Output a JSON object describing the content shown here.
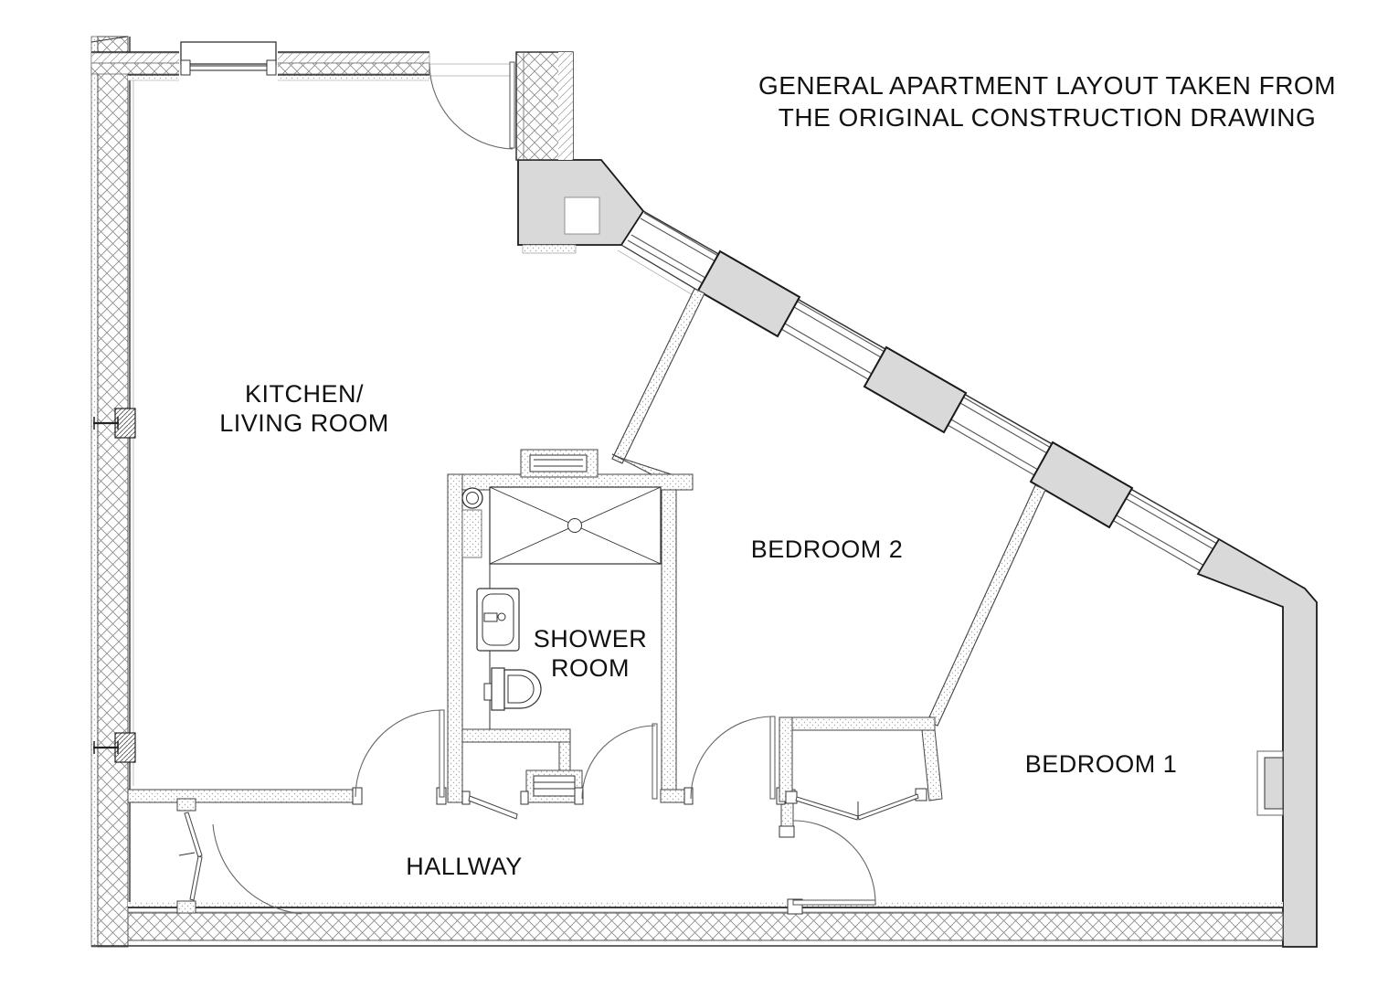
{
  "title": {
    "lines": [
      "GENERAL APARTMENT LAYOUT TAKEN FROM",
      "THE ORIGINAL CONSTRUCTION DRAWING"
    ]
  },
  "rooms": {
    "kitchen_living": {
      "lines": [
        "KITCHEN/",
        "LIVING ROOM"
      ]
    },
    "bedroom2": {
      "label": "BEDROOM 2"
    },
    "shower": {
      "lines": [
        "SHOWER",
        "ROOM"
      ]
    },
    "bedroom1": {
      "label": "BEDROOM 1"
    },
    "hallway": {
      "label": "HALLWAY"
    }
  },
  "colors": {
    "background": "#ffffff",
    "line": "#1a1a1a",
    "wall_fill": "#d9d9d9",
    "hatch": "#8a8a8a"
  }
}
